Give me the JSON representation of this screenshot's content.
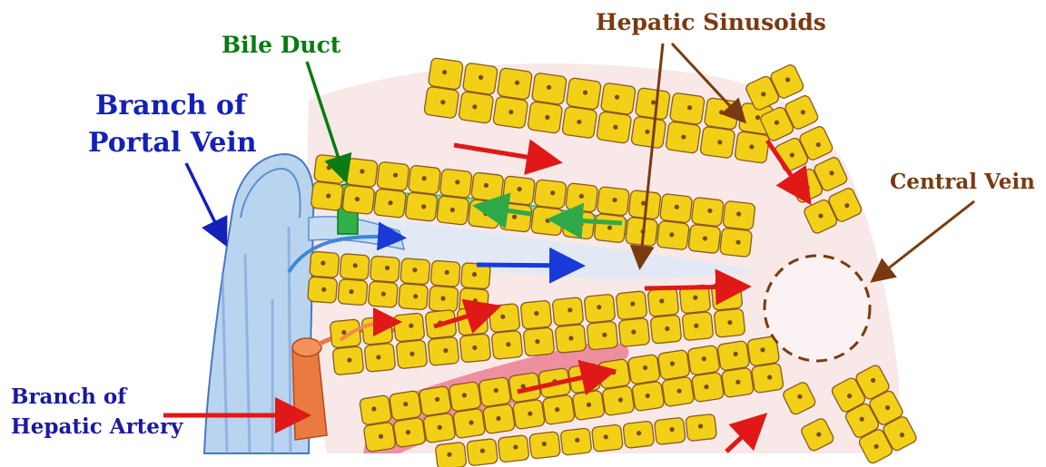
{
  "labels": {
    "bile_duct": "Bile Duct",
    "hepatic_sinusoids": "Hepatic Sinusoids",
    "portal_vein_line1": "Branch of",
    "portal_vein_line2": "Portal Vein",
    "central_vein": "Central Vein",
    "hepatic_artery_line1": "Branch of",
    "hepatic_artery_line2": "Hepatic Artery"
  },
  "colors": {
    "bile_duct": "#0a7a12",
    "portal_vein": "#1420b8",
    "hepatic_sinusoids": "#7a3a10",
    "central_vein": "#7a3a10",
    "hepatic_artery": "#1a1aa0",
    "hepatocyte_fill": "#f2d018",
    "flow_arrow_red": "#e01818",
    "flow_arrow_blue": "#1a3ad8",
    "bile_flow_green": "#2fa84a"
  },
  "icons": {
    "flow_arrows": "arrow-right-icon",
    "central_vein_outline": "dashed-circle-icon"
  }
}
